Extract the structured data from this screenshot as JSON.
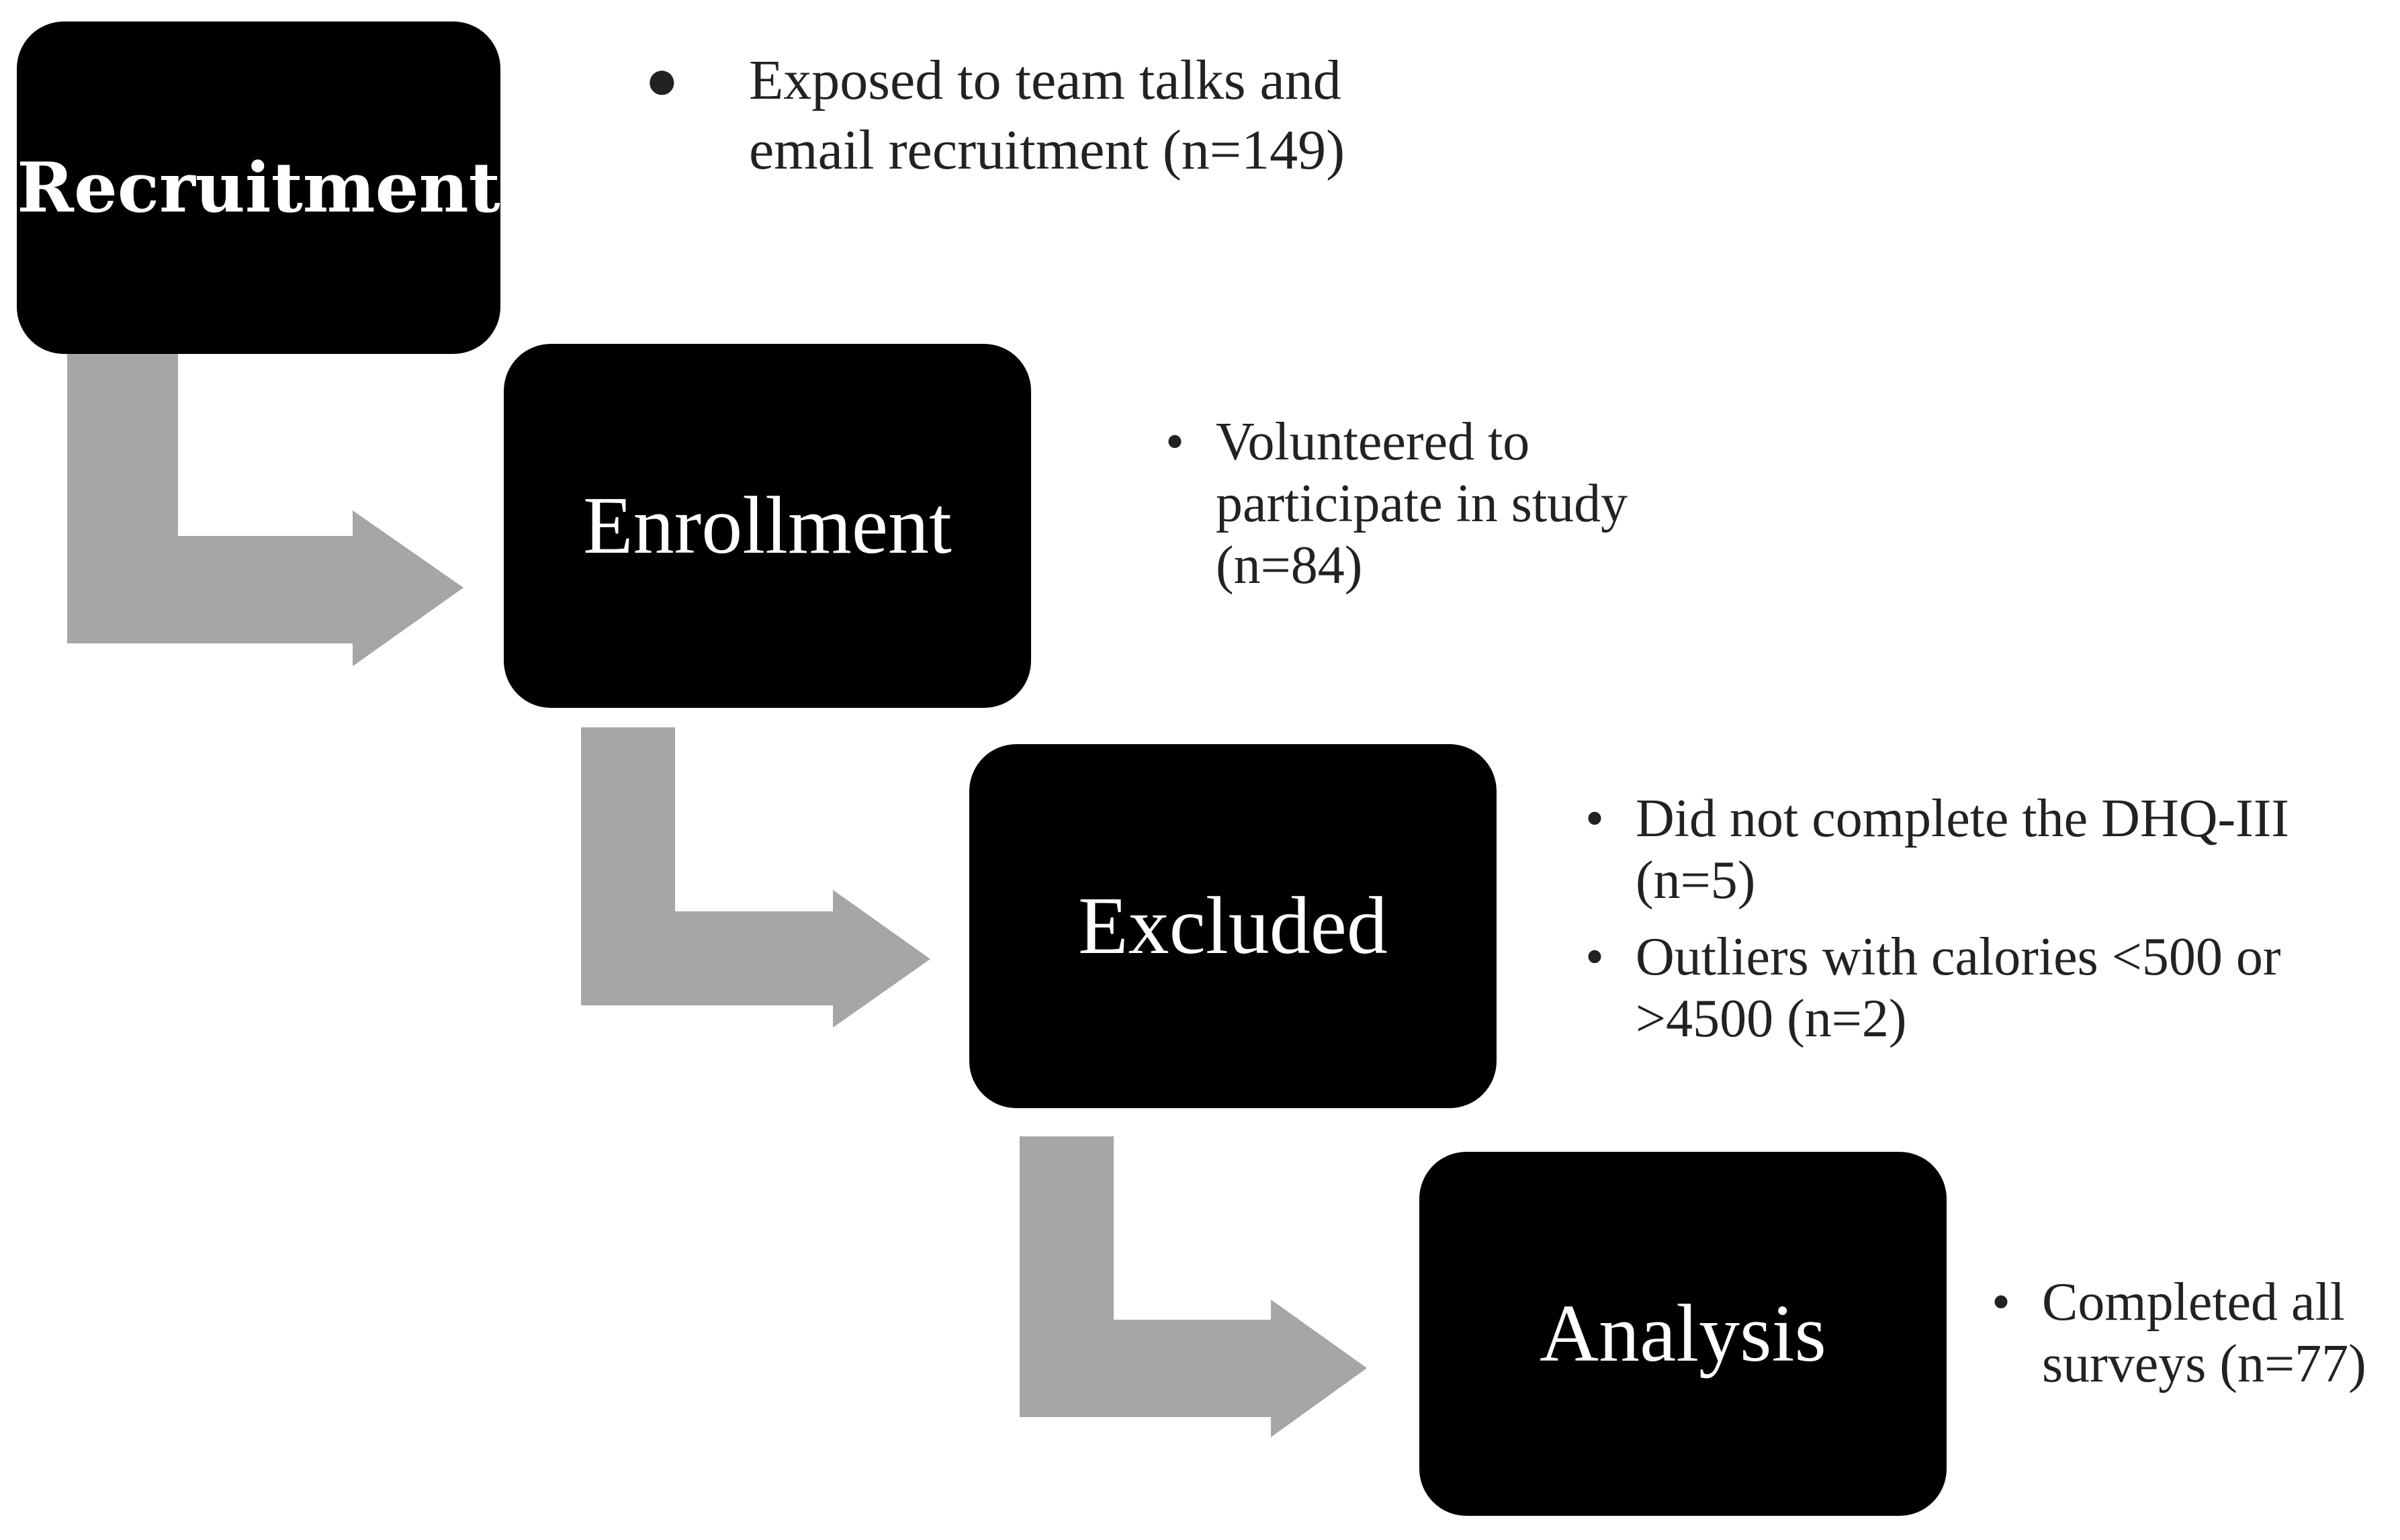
{
  "colors": {
    "box_fill": "#000000",
    "box_text": "#ffffff",
    "arrow_fill": "#a6a6a6",
    "bullet_text": "#222222"
  },
  "stages": [
    {
      "label": "Recruitment",
      "bullets": [
        "Exposed to team talks and email recruitment (n=149)"
      ]
    },
    {
      "label": "Enrollment",
      "bullets": [
        "Volunteered to participate in study (n=84)"
      ]
    },
    {
      "label": "Excluded",
      "bullets": [
        "Did not complete the DHQ-III (n=5)",
        "Outliers with calories <500 or >4500 (n=2)"
      ]
    },
    {
      "label": "Analysis",
      "bullets": [
        "Completed all surveys (n=77)"
      ]
    }
  ]
}
